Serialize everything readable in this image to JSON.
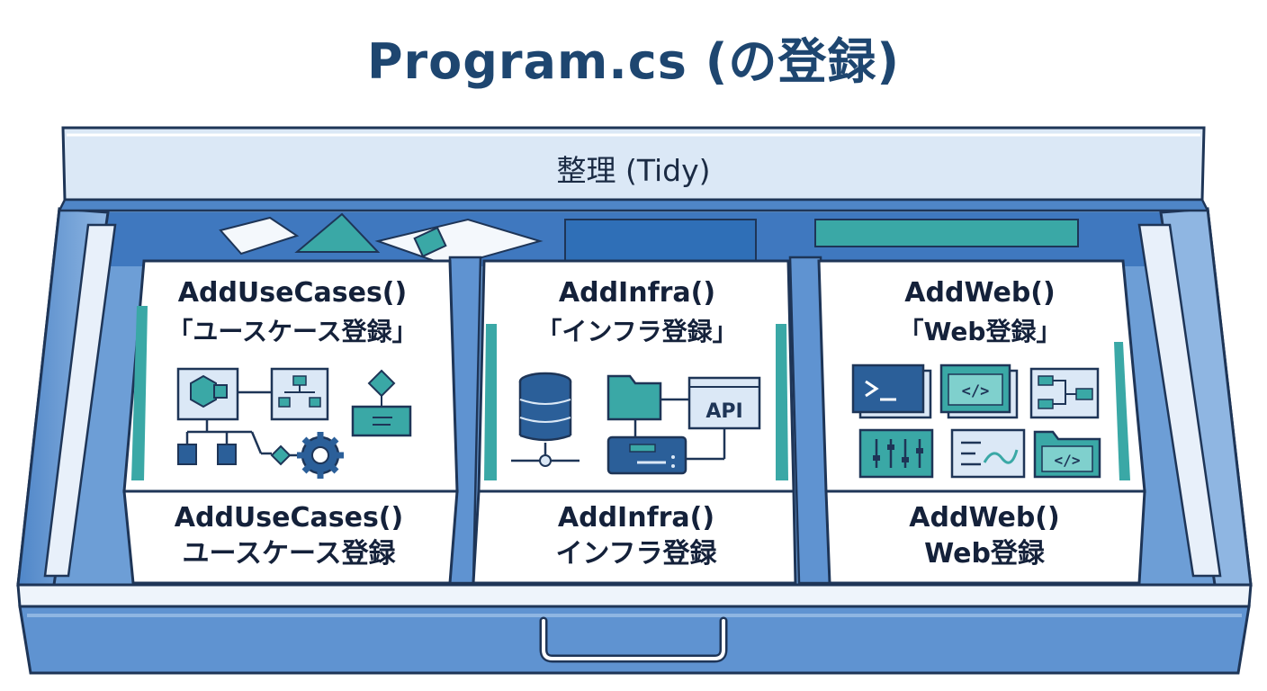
{
  "title": "Program.cs (の登録)",
  "drawer_label": "整理 (Tidy)",
  "compartments": [
    {
      "card_title": "AddUseCases()",
      "card_subtitle": "「ユースケース登録」",
      "front_title": "AddUseCases()",
      "front_subtitle": "ユースケース登録",
      "icons": [
        "use-case-diagram-icon",
        "flowchart-icon",
        "decision-diamond-icon",
        "gear-icon"
      ]
    },
    {
      "card_title": "AddInfra()",
      "card_subtitle": "「インフラ登録」",
      "front_title": "AddInfra()",
      "front_subtitle": "インフラ登録",
      "icons": [
        "database-icon",
        "folder-icon",
        "api-icon",
        "network-drive-icon"
      ],
      "api_label": "API"
    },
    {
      "card_title": "AddWeb()",
      "card_subtitle": "「Web登録」",
      "front_title": "AddWeb()",
      "front_subtitle": "Web登録",
      "icons": [
        "terminal-icon",
        "code-window-icon",
        "sitemap-icon",
        "sliders-icon",
        "web-form-icon",
        "code-folder-icon"
      ]
    }
  ],
  "colors": {
    "title": "#1e4670",
    "outline": "#1e3557",
    "drawer_blue": "#5f93d1",
    "drawer_light": "#dbe8f6",
    "teal": "#3aa8a6",
    "navy_icon": "#2b5f99"
  }
}
